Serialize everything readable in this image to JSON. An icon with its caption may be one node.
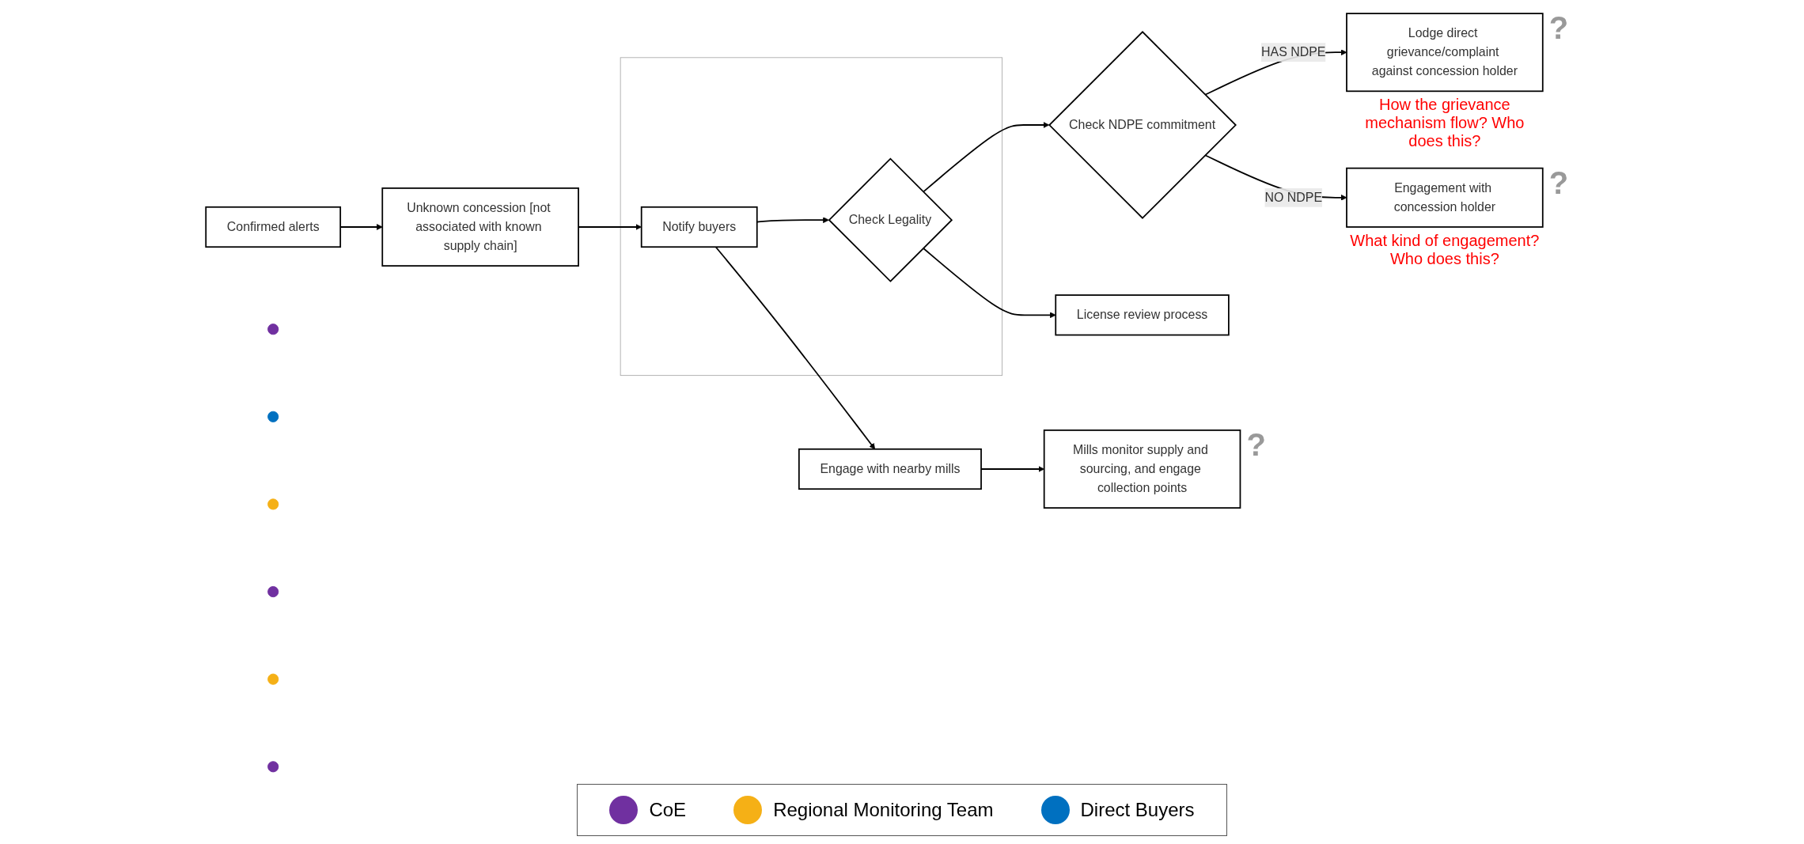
{
  "diagram": {
    "nodes": [
      {
        "text": [
          "Confirmed alerts"
        ]
      },
      {
        "text": [
          "Unknown concession [not associated with known supply chain]"
        ]
      },
      {
        "text": [],
        "shape": "box"
      },
      {
        "text": [
          "Notify buyers"
        ],
        "in": 2
      },
      {
        "text": [
          "Check Legality"
        ],
        "in": 2
      },
      {
        "text": [
          "Check NDPE commitment"
        ]
      },
      {
        "text": [
          "Lodge direct grievance/complaint against concession holder"
        ],
        "beside": [
          "?",
          "How the grievance mechanism flow? Who does this?"
        ]
      },
      {
        "text": [
          "Engagement with concession holder"
        ],
        "beside": [
          "?",
          "What kind of engagement? Who does this?"
        ]
      },
      {
        "text": [
          "Engage with nearby mills"
        ]
      },
      {
        "text": [
          "Mills monitor supply and sourcing, and engage collection points"
        ],
        "beside": [
          "?"
        ]
      },
      {
        "text": [
          "License review process"
        ]
      },
      {
        "text": [],
        "shape": "circle"
      },
      {
        "text": [],
        "shape": "circle"
      },
      {
        "text": [],
        "shape": "circle"
      },
      {
        "text": [],
        "shape": "circle"
      },
      {
        "text": [],
        "shape": "circle"
      },
      {
        "text": [],
        "shape": "circle"
      }
    ],
    "edges": [
      {
        "from": 0,
        "to": 1,
        "arrow": "to"
      },
      {
        "from": 1,
        "to": 3,
        "arrow": "to"
      },
      {
        "from": 3,
        "to": 4,
        "arrow": "to"
      },
      {
        "from": 4,
        "to": 5,
        "arrow": "to"
      },
      {
        "from": 5,
        "to": 6,
        "arrow": "to",
        "label": "HAS NDPE"
      },
      {
        "from": 5,
        "to": 7,
        "arrow": "to",
        "label": "NO NDPE"
      },
      {
        "from": 3,
        "to": 8,
        "arrow": "to"
      },
      {
        "from": 8,
        "to": 9,
        "arrow": "to"
      },
      {
        "from": 4,
        "to": 10,
        "arrow": "to"
      }
    ],
    "legend": [
      {
        "text": "CoE",
        "color": "#7030a0"
      },
      {
        "text": "Regional Monitoring Team",
        "color": "#f5b016"
      },
      {
        "text": "Direct Buyers",
        "color": "#0070c0"
      }
    ]
  }
}
